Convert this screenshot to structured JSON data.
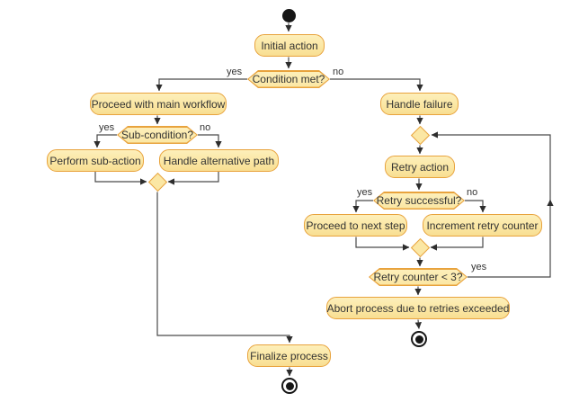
{
  "diagram": {
    "type": "uml-activity-flowchart",
    "nodes": {
      "initial_action": "Initial action",
      "condition_met": "Condition met?",
      "proceed_main": "Proceed with main workflow",
      "sub_condition": "Sub-condition?",
      "perform_sub": "Perform sub-action",
      "handle_alt": "Handle alternative path",
      "handle_failure": "Handle failure",
      "retry_action": "Retry action",
      "retry_successful": "Retry successful?",
      "proceed_next": "Proceed to next step",
      "increment_retry": "Increment retry counter",
      "retry_counter": "Retry counter < 3?",
      "abort_process": "Abort process due to retries exceeded",
      "finalize": "Finalize process"
    },
    "edge_labels": {
      "condition_yes": "yes",
      "condition_no": "no",
      "sub_yes": "yes",
      "sub_no": "no",
      "retry_yes": "yes",
      "retry_no": "no",
      "counter_yes": "yes"
    },
    "colors": {
      "node_fill": "#FBE7A4",
      "node_border": "#E8A33D",
      "line": "#4a4a4a",
      "arrow": "#2d2d2d",
      "text": "#333333",
      "terminal": "#161616"
    }
  }
}
